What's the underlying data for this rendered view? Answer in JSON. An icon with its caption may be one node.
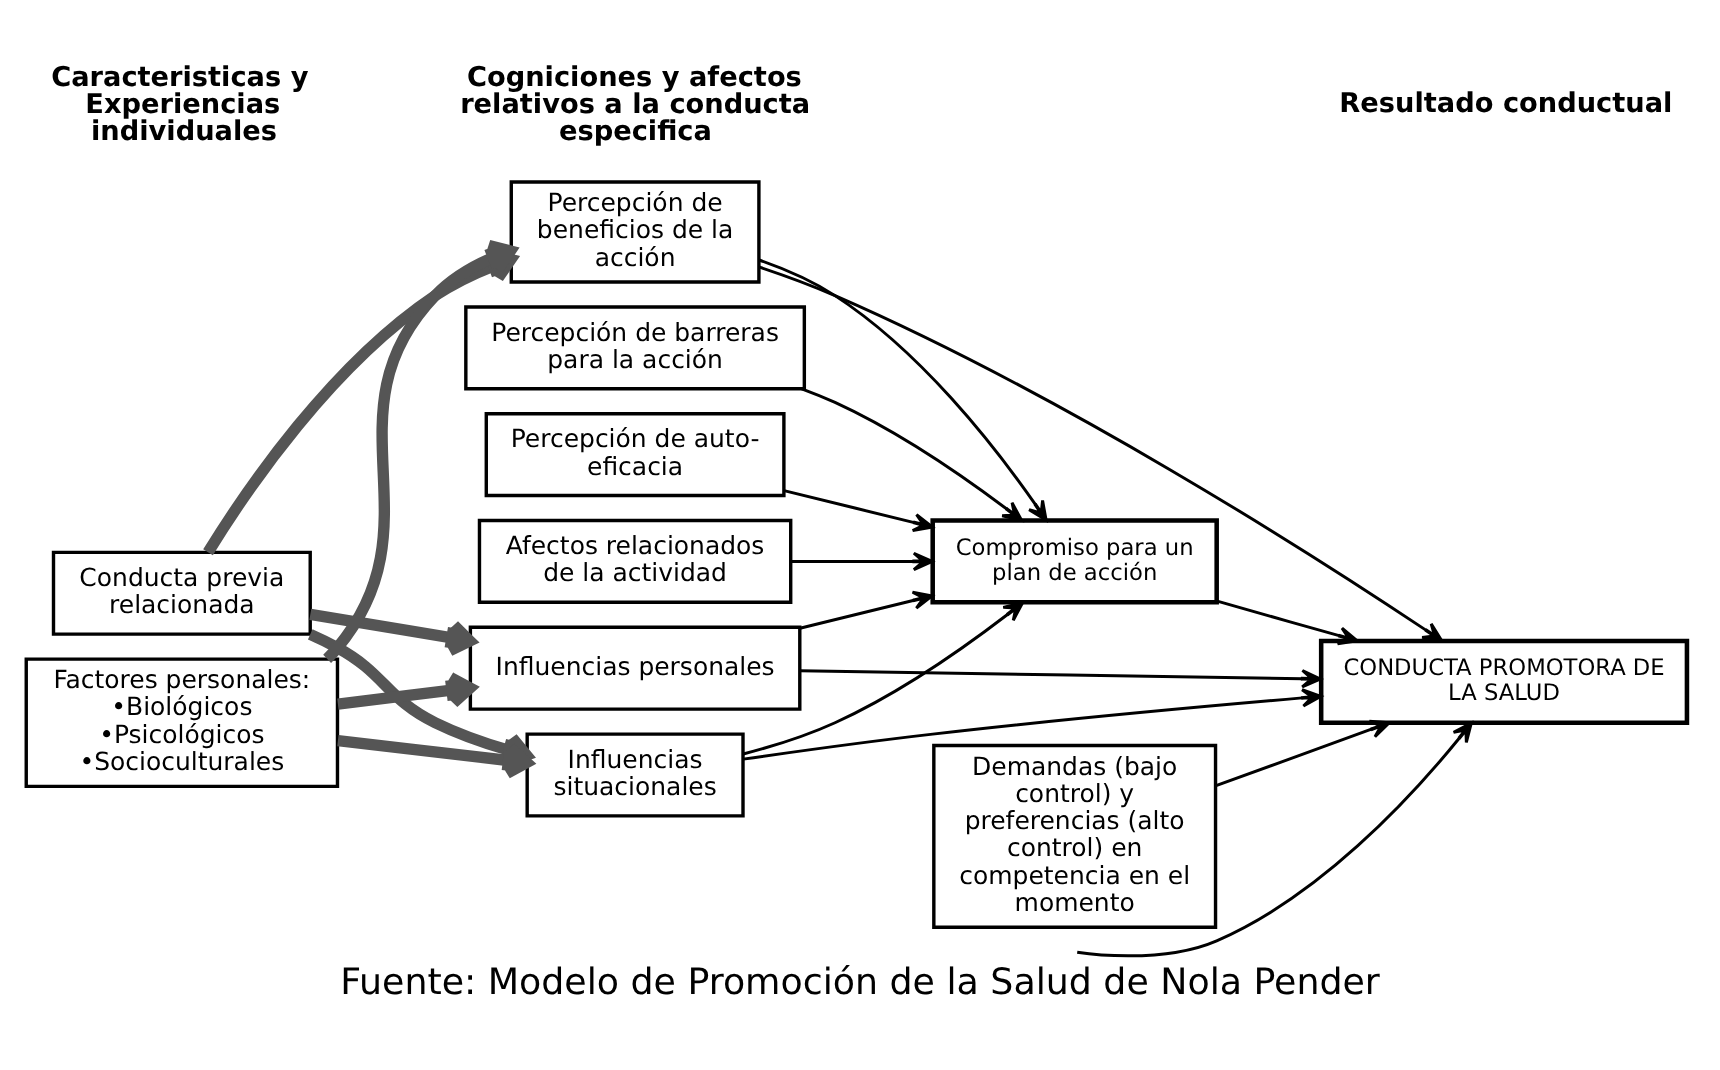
{
  "diagram": {
    "caption": "Fuente: Modelo de Promoción de la Salud de Nola Pender",
    "nodes": [
      {
        "text": [
          "Conducta previa relacionada"
        ]
      },
      {
        "text": [
          "Factores personales:",
          "•Biológicos",
          "•Psicológicos",
          "•Socioculturales"
        ]
      },
      {
        "text": [
          "Percepción de beneficios de la acción"
        ]
      },
      {
        "text": [
          "Percepción de barreras para la acción"
        ]
      },
      {
        "text": [
          "Percepción de auto-eficacia"
        ]
      },
      {
        "text": [
          "Afectos relacionados de la actividad"
        ]
      },
      {
        "text": [
          "Influencias personales"
        ]
      },
      {
        "text": [
          "Influencias situacionales"
        ]
      },
      {
        "text": [
          "Demandas (bajo control) y preferencias (alto control) en competencia en el momento"
        ]
      },
      {
        "text": [
          "Compromiso para un plan de acción"
        ]
      },
      {
        "text": [
          "CONDUCTA PROMOTORA DE LA SALUD"
        ]
      }
    ],
    "edges": [
      {
        "from": 0,
        "to": 2,
        "arrow": "to",
        "style": "thick",
        "color": "#555555"
      },
      {
        "from": 0,
        "to": 6,
        "arrow": "to",
        "style": "thick",
        "color": "#555555"
      },
      {
        "from": 0,
        "to": 7,
        "arrow": "to",
        "style": "thick",
        "color": "#555555"
      },
      {
        "from": 1,
        "to": 2,
        "arrow": "to",
        "style": "thick",
        "color": "#555555"
      },
      {
        "from": 1,
        "to": 6,
        "arrow": "to",
        "style": "thick",
        "color": "#555555"
      },
      {
        "from": 1,
        "to": 7,
        "arrow": "to",
        "style": "thick",
        "color": "#555555"
      },
      {
        "from": 2,
        "to": 9,
        "arrow": "to"
      },
      {
        "from": 3,
        "to": 9,
        "arrow": "to"
      },
      {
        "from": 4,
        "to": 9,
        "arrow": "to"
      },
      {
        "from": 5,
        "to": 9,
        "arrow": "to"
      },
      {
        "from": 2,
        "to": 10,
        "arrow": "to"
      },
      {
        "from": 8,
        "to": 10,
        "arrow": "to"
      },
      {
        "from": 9,
        "to": 10,
        "arrow": "to"
      },
      {
        "from": 6,
        "to": 9,
        "arrow": "to"
      },
      {
        "from": 7,
        "to": 9,
        "arrow": "to"
      },
      {
        "from": 6,
        "to": 10,
        "arrow": "to"
      },
      {
        "from": 7,
        "to": 10,
        "arrow": "to"
      },
      {
        "from": null,
        "to": 10,
        "arrow": "to"
      }
    ],
    "labels": [
      "Caracteristicas y Experiencias individuales",
      "Cogniciones y afectos relativos a la conducta especifica",
      "Resultado conductual"
    ]
  }
}
